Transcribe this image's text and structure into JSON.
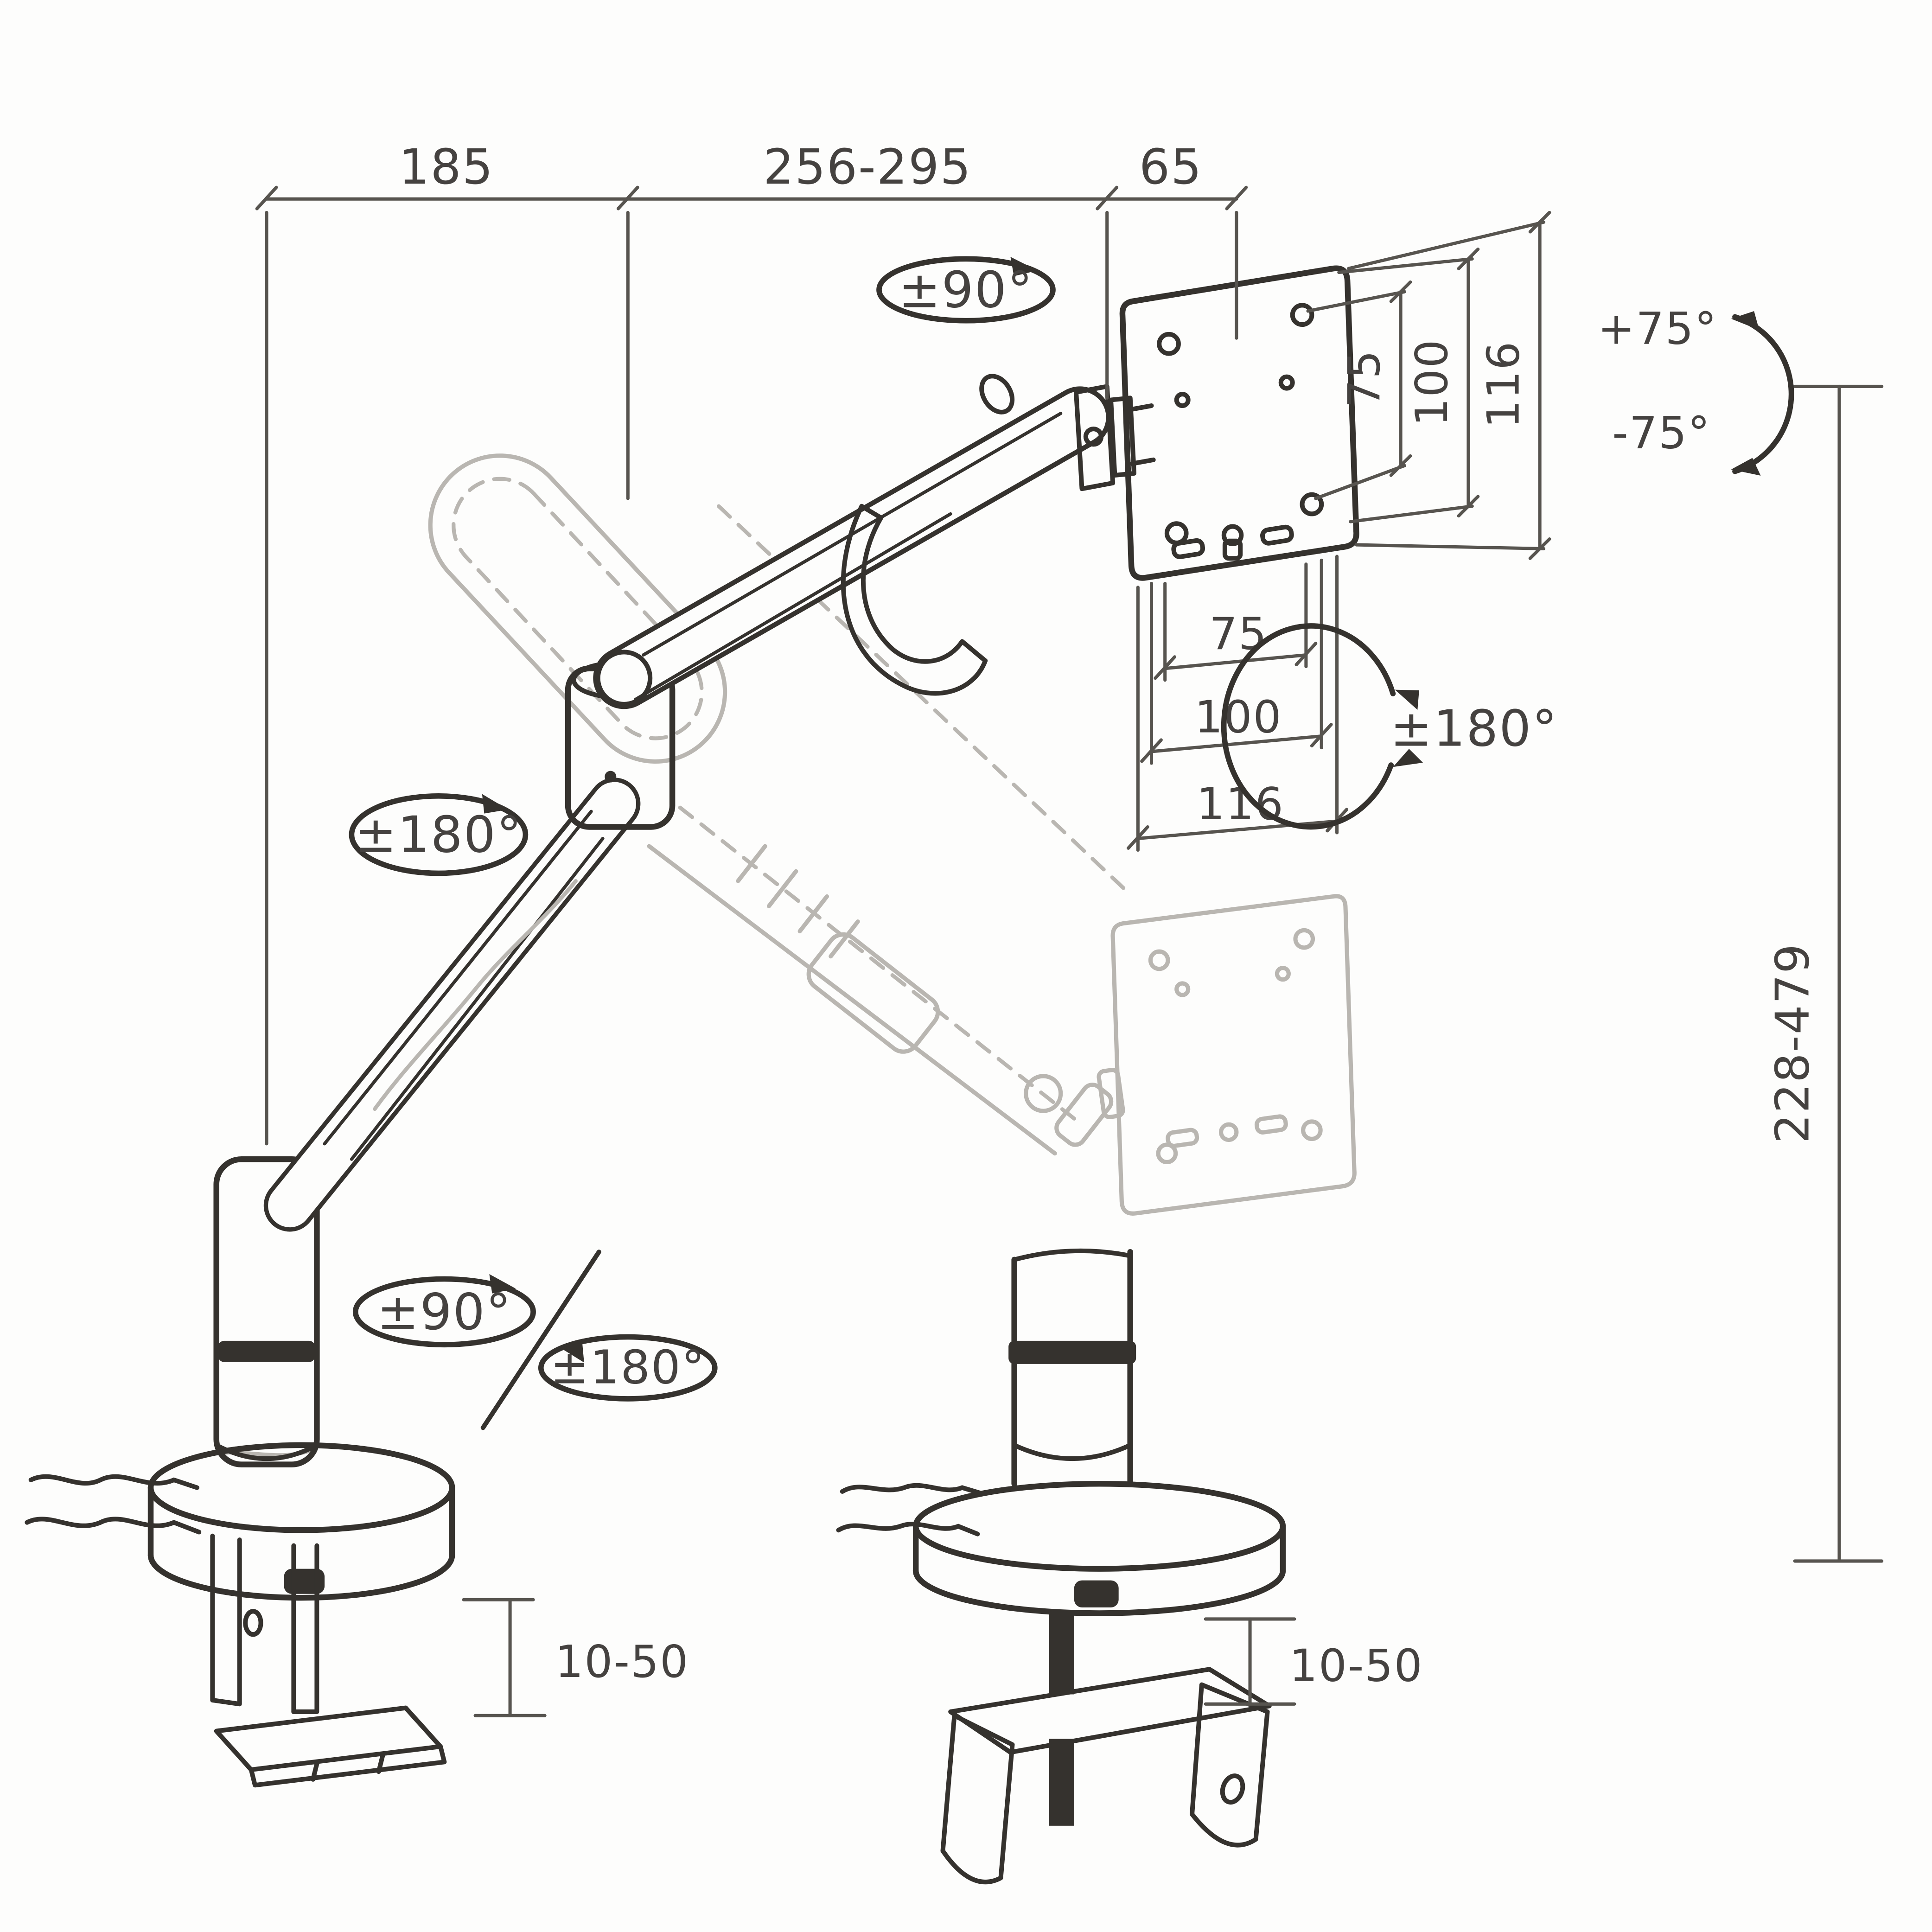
{
  "drawing": {
    "subject": "monitor desk-mount arm dimensional drawing",
    "colors": {
      "line": "#35322e",
      "ghost": "#b9b6b1",
      "dimension": "#57544f",
      "text": "#454240",
      "background": "#fdfdfc"
    }
  },
  "dims": {
    "top": [
      "185",
      "256-295",
      "65"
    ],
    "vesa_vertical": [
      "75",
      "100",
      "116"
    ],
    "vesa_horizontal": [
      "75",
      "100",
      "116"
    ],
    "height_range": "228-479",
    "clamp_thickness": "10-50",
    "grommet_thickness": "10-50"
  },
  "rotations": {
    "head_swivel": "±90°",
    "vesa_rotate": "±180°",
    "elbow_swivel": "±180°",
    "base_swivel": "±90°",
    "base_rotate": "±180°",
    "tilt_up": "+75°",
    "tilt_down": "-75°"
  }
}
